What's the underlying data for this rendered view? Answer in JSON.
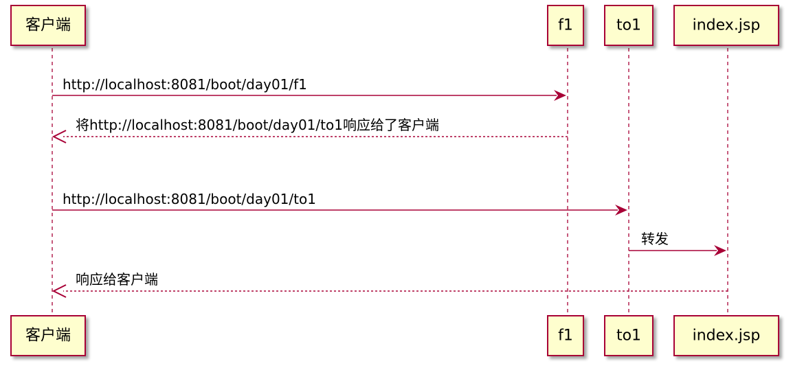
{
  "participants": [
    {
      "id": "client",
      "label": "客户端"
    },
    {
      "id": "f1",
      "label": "f1"
    },
    {
      "id": "to1",
      "label": "to1"
    },
    {
      "id": "index",
      "label": "index.jsp"
    }
  ],
  "messages": [
    {
      "from": "client",
      "to": "f1",
      "text": "http://localhost:8081/boot/day01/f1",
      "style": "solid"
    },
    {
      "from": "f1",
      "to": "client",
      "text": "将http://localhost:8081/boot/day01/to1响应给了客户端",
      "style": "dashed"
    },
    {
      "from": "client",
      "to": "to1",
      "text": "http://localhost:8081/boot/day01/to1",
      "style": "solid"
    },
    {
      "from": "to1",
      "to": "index",
      "text": "转发",
      "style": "solid"
    },
    {
      "from": "index",
      "to": "client",
      "text": "响应给客户端",
      "style": "dashed"
    }
  ],
  "colors": {
    "box_fill": "#FEFECE",
    "box_border": "#A80036",
    "arrow": "#A80036",
    "lifeline": "#A80036",
    "text": "#000000"
  }
}
